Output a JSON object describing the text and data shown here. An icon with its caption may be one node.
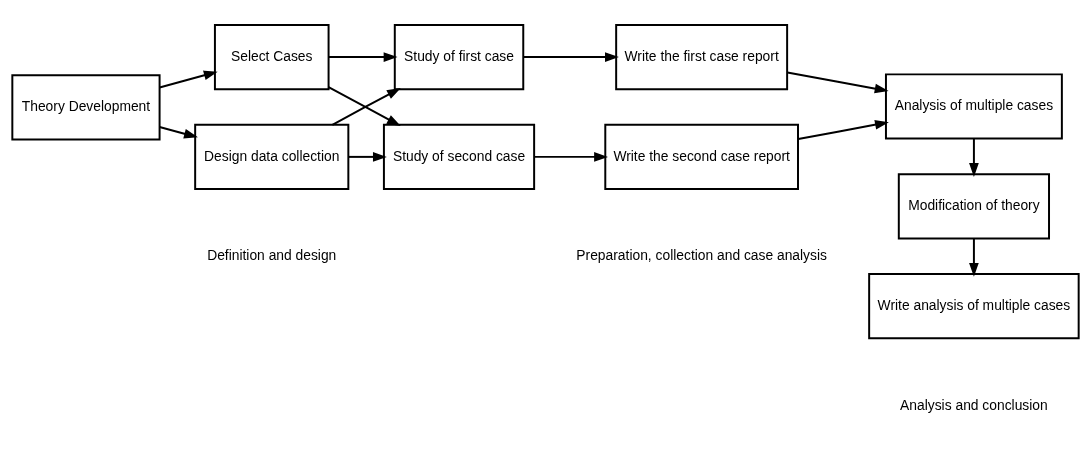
{
  "diagram": {
    "nodes": [
      {
        "text": [
          "Theory Development"
        ]
      },
      {
        "text": [
          "Select Cases"
        ]
      },
      {
        "text": [
          "Design data collection"
        ]
      },
      {
        "text": [
          "Study of first case"
        ]
      },
      {
        "text": [
          "Write the first case report"
        ]
      },
      {
        "text": [
          "Study of second case"
        ]
      },
      {
        "text": [
          "Write the second case report"
        ]
      },
      {
        "text": [
          "Analysis of multiple cases"
        ]
      },
      {
        "text": [
          "Modification of theory"
        ]
      },
      {
        "text": [
          "Write analysis of multiple cases"
        ]
      }
    ],
    "edges": [
      {
        "from": 0,
        "to": 1,
        "arrow": "to"
      },
      {
        "from": 0,
        "to": 2,
        "arrow": "to"
      },
      {
        "from": 1,
        "to": 3,
        "arrow": "to"
      },
      {
        "from": 1,
        "to": 5,
        "arrow": "to"
      },
      {
        "from": 2,
        "to": 3,
        "arrow": "to"
      },
      {
        "from": 2,
        "to": 5,
        "arrow": "to"
      },
      {
        "from": 3,
        "to": 4,
        "arrow": "to"
      },
      {
        "from": 5,
        "to": 6,
        "arrow": "to"
      },
      {
        "from": 4,
        "to": 7,
        "arrow": "to"
      },
      {
        "from": 6,
        "to": 7,
        "arrow": "to"
      },
      {
        "from": 7,
        "to": 8,
        "arrow": "to"
      },
      {
        "from": 8,
        "to": 9,
        "arrow": "to"
      }
    ],
    "labels": [
      "Definition and design",
      "Preparation, collection and case analysis",
      "Analysis and conclusion"
    ]
  }
}
